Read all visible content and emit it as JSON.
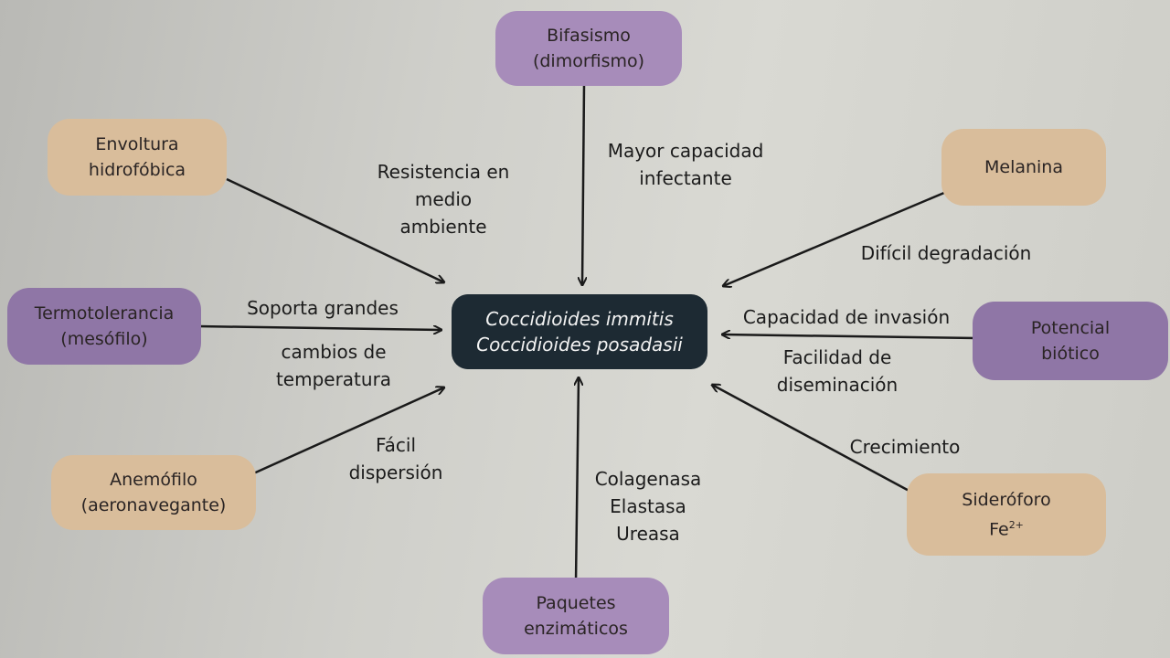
{
  "center": {
    "line1": "Coccidioides immitis",
    "line2": "Coccidioides posadasii"
  },
  "nodes": {
    "bifasismo": {
      "line1": "Bifasismo",
      "line2": "(dimorfismo)"
    },
    "envoltura": {
      "line1": "Envoltura",
      "line2": "hidrofóbica"
    },
    "melanina": {
      "line1": "Melanina"
    },
    "termotolerancia": {
      "line1": "Termotolerancia",
      "line2": "(mesófilo)"
    },
    "potencial": {
      "line1": "Potencial",
      "line2": "biótico"
    },
    "anemofilo": {
      "line1": "Anemófilo",
      "line2": "(aeronavegante)"
    },
    "sideroforo": {
      "line1": "Sideróforo",
      "line2": "Fe",
      "sup": "2+"
    },
    "paquetes": {
      "line1": "Paquetes",
      "line2": "enzimáticos"
    }
  },
  "labels": {
    "bifasismo": {
      "line1": "Mayor capacidad",
      "line2": "infectante"
    },
    "envoltura": {
      "line1": "Resistencia en",
      "line2": "medio",
      "line3": "ambiente"
    },
    "melanina": {
      "line1": "Difícil degradación"
    },
    "termotolerancia_top": {
      "line1": "Soporta grandes"
    },
    "termotolerancia_bottom": {
      "line1": "cambios de",
      "line2": "temperatura"
    },
    "potencial_top": {
      "line1": "Capacidad de invasión"
    },
    "potencial_bottom": {
      "line1": "Facilidad de",
      "line2": "diseminación"
    },
    "anemofilo": {
      "line1": "Fácil",
      "line2": "dispersión"
    },
    "sideroforo": {
      "line1": "Crecimiento"
    },
    "paquetes": {
      "line1": "Colagenasa",
      "line2": "Elastasa",
      "line3": "Ureasa"
    }
  },
  "colors": {
    "purple": "#a78cba",
    "purple_dark": "#8f76a6",
    "tan": "#d9bd9b",
    "center": "#1d2a33",
    "arrow": "#1a1a1a"
  }
}
